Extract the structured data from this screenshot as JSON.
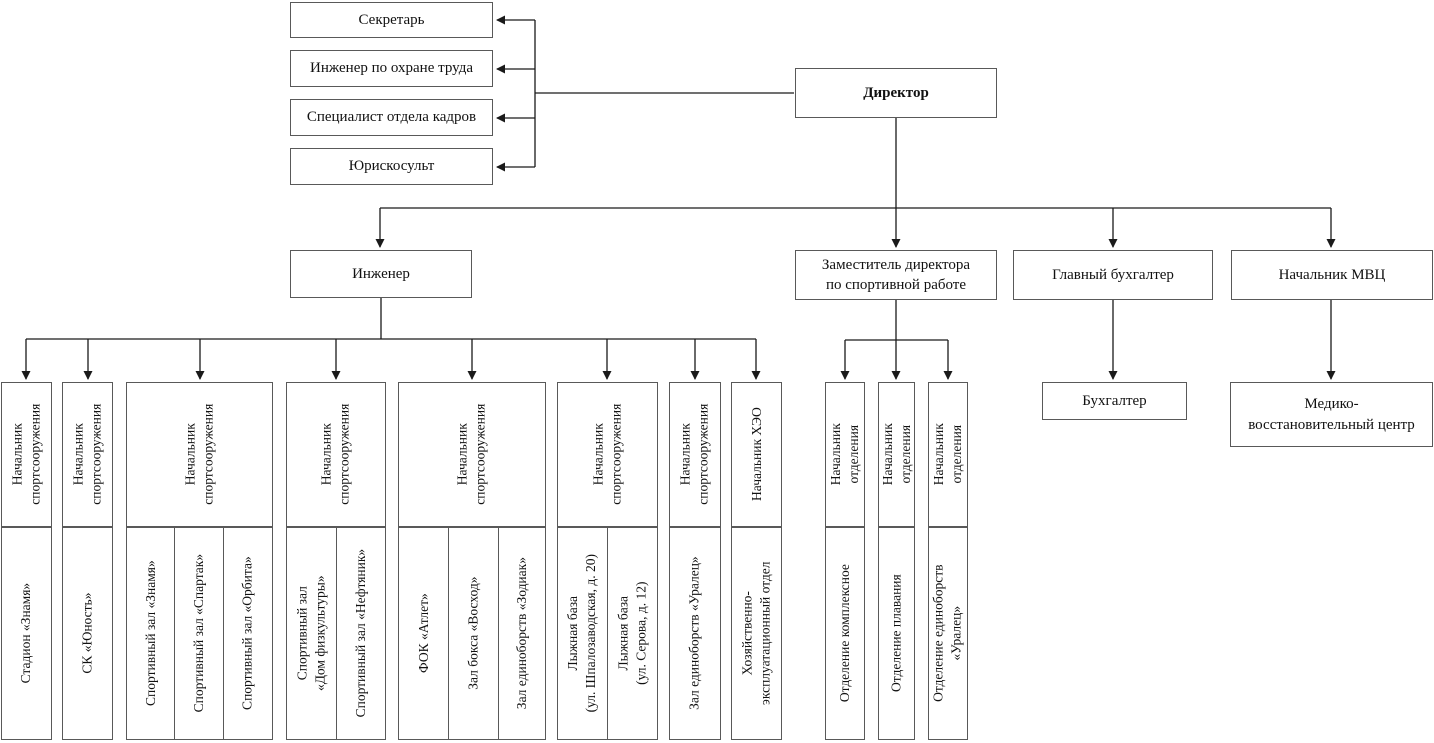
{
  "staff_units": [
    "Секретарь",
    "Инженер по охране труда",
    "Специалист отдела кадров",
    "Юрискосульт"
  ],
  "top_level": {
    "director": "Директор"
  },
  "second_level": {
    "engineer": "Инженер",
    "deputy_sport_director": "Заместитель директора\nпо спортивной работе",
    "chief_accountant": "Главный бухгалтер",
    "head_mvc": "Начальник МВЦ"
  },
  "third_level": {
    "accountant": "Бухгалтер",
    "medical_center": "Медико-\nвосстановительный центр"
  },
  "facility_columns": [
    {
      "header": "Начальник\nспортсооружения",
      "items": [
        "Стадион «Знамя»"
      ]
    },
    {
      "header": "Начальник\nспортсооружения",
      "items": [
        "СК «Юность»"
      ]
    },
    {
      "header": "Начальник\nспортсооружения",
      "items": [
        "Спортивный зал «Знамя»",
        "Спортивный зал «Спартак»",
        "Спортивный зал «Орбита»"
      ]
    },
    {
      "header": "Начальник\nспортсооружения",
      "items": [
        "Спортивный зал\n«Дом физкультуры»",
        "Спортивный зал «Нефтяник»"
      ]
    },
    {
      "header": "Начальник\nспортсооружения",
      "items": [
        "ФОК «Атлет»",
        "Зал бокса «Восход»",
        "Зал единоборств «Зодиак»"
      ]
    },
    {
      "header": "Начальник\nспортсооружения",
      "items": [
        "Лыжная база\n(ул. Шпалозаводская, д. 20)",
        "Лыжная база\n(ул. Серова, д. 12)"
      ]
    },
    {
      "header": "Начальник\nспортсооружения",
      "items": [
        "Зал единоборств «Уралец»"
      ]
    },
    {
      "header": "Начальник ХЭО",
      "items": [
        "Хозяйственно-\nэксплуатационный отдел"
      ]
    }
  ],
  "department_columns": [
    {
      "header": "Начальник\nотделения",
      "items": [
        "Отделение комплексное"
      ]
    },
    {
      "header": "Начальник\nотделения",
      "items": [
        "Отделение плавания"
      ]
    },
    {
      "header": "Начальник\nотделения",
      "items": [
        "Отделение единоборств\n«Уралец»"
      ]
    }
  ],
  "colors": {
    "box_border": "#595959",
    "line": "#1a1a1a",
    "background": "#ffffff",
    "text": "#111111"
  }
}
